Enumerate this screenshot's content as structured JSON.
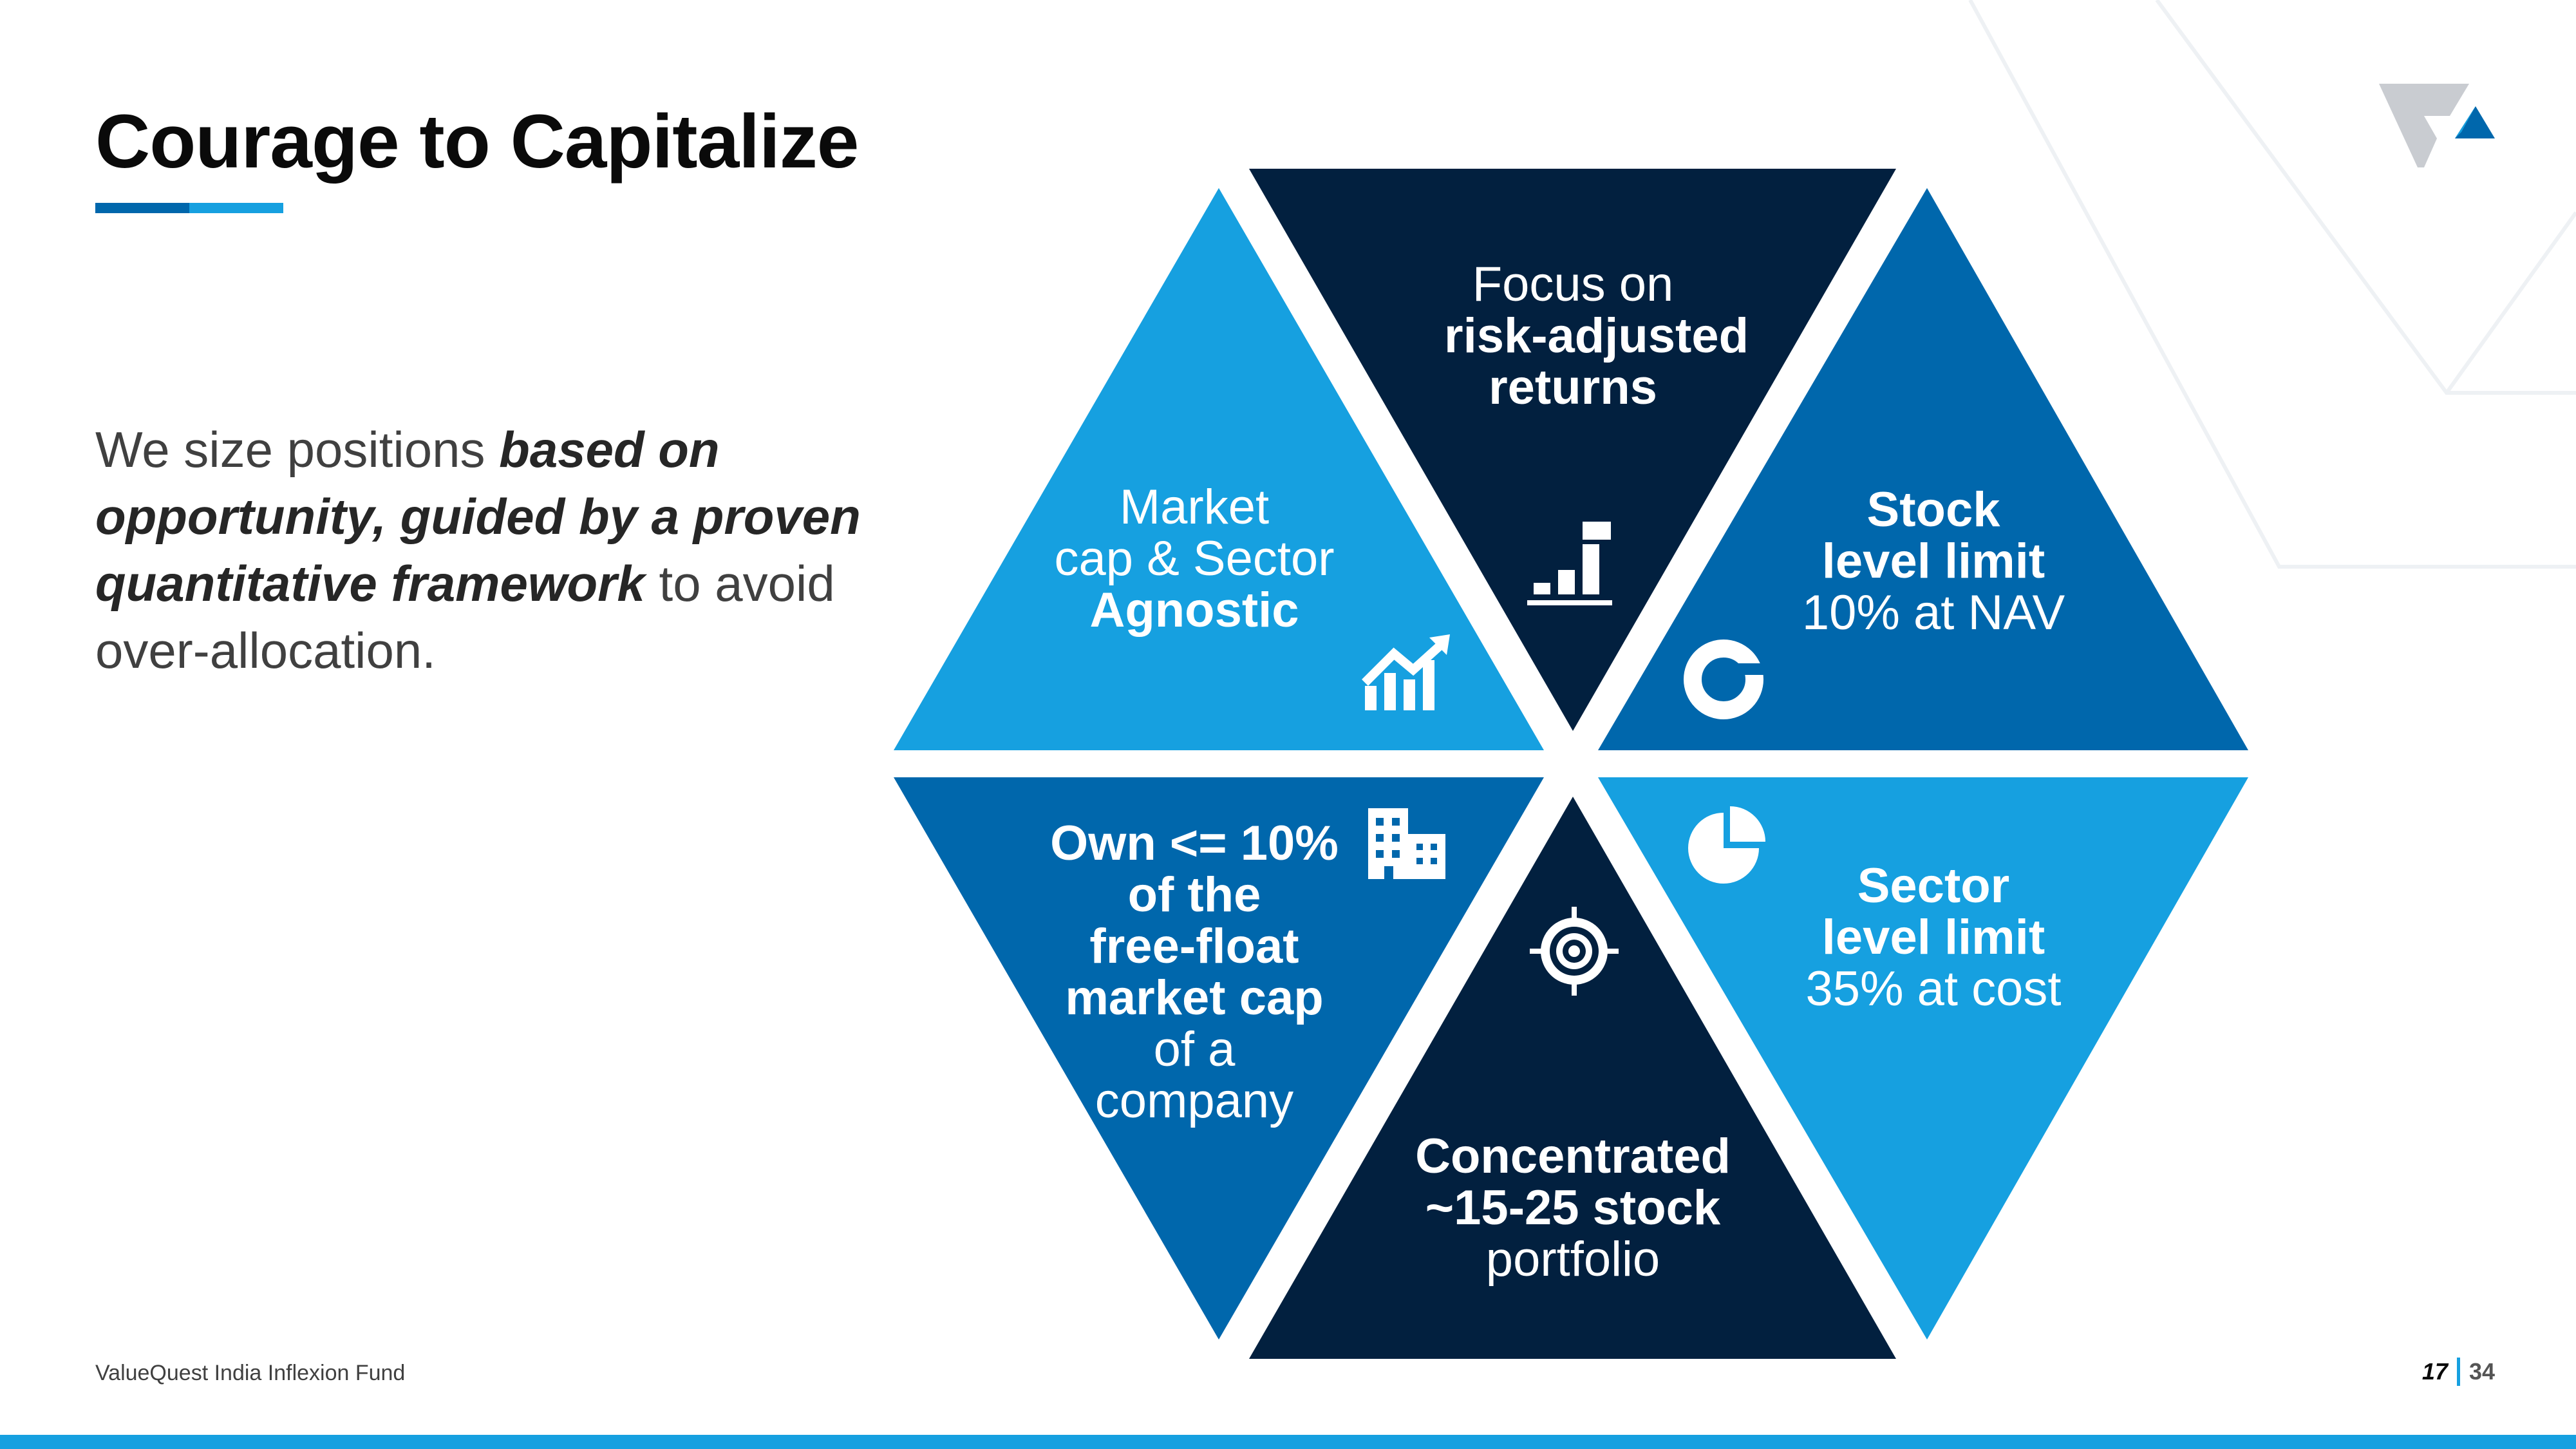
{
  "slide": {
    "title": "Courage to Capitalize",
    "lead": {
      "part1": "We size positions ",
      "bold": "based on opportunity, guided by a proven quantitative framework",
      "part2": " to avoid over-allocation."
    }
  },
  "colors": {
    "dark_navy": "#02203f",
    "mid_blue": "#0067ac",
    "light_blue": "#16a0e0",
    "accent_line": "#16a0e0"
  },
  "segments": {
    "top": {
      "line1": "Focus on",
      "line2": "risk-adjusted",
      "line3": "returns",
      "icon": "bar-chart-icon"
    },
    "upper_left": {
      "line1": "Market",
      "line2": "cap & Sector",
      "line3": "Agnostic",
      "icon": "growth-chart-icon"
    },
    "upper_right": {
      "line1": "Stock",
      "line2": "level limit",
      "line3": "10% at NAV",
      "icon": "donut-chart-icon"
    },
    "lower_left": {
      "line1": "Own <= 10%",
      "line2": "of the",
      "line3": "free-float",
      "line4": "market cap",
      "line5": "of a",
      "line6": "company",
      "icon": "buildings-icon"
    },
    "bottom": {
      "line1": "Concentrated",
      "line2": "~15-25 stock",
      "line3": "portfolio",
      "icon": "target-icon"
    },
    "lower_right": {
      "line1": "Sector",
      "line2": "level limit",
      "line3": "35% at cost",
      "icon": "pie-chart-icon"
    }
  },
  "footer": {
    "fund_name": "ValueQuest India Inflexion Fund",
    "page_current": "17",
    "page_total": "34"
  }
}
